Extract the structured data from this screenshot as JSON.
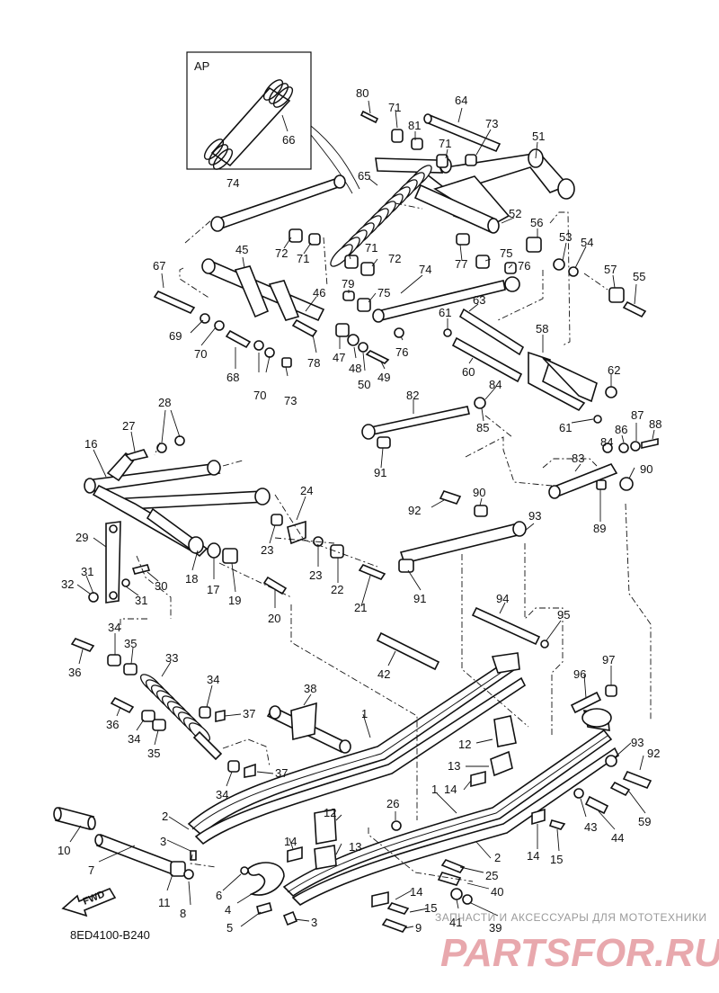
{
  "diagram": {
    "code": "8ED4100-B240",
    "inset_label": "AP",
    "fwd_label": "FWD",
    "watermark_top": "ЗАПЧАСТИ И АКСЕССУАРЫ ДЛЯ МОТОТЕХНИКИ",
    "watermark_brand": "PARTSFOR.RU",
    "callouts": [
      {
        "id": "c66",
        "text": "66"
      },
      {
        "id": "c80",
        "text": "80"
      },
      {
        "id": "c71a",
        "text": "71"
      },
      {
        "id": "c81",
        "text": "81"
      },
      {
        "id": "c64",
        "text": "64"
      },
      {
        "id": "c73a",
        "text": "73"
      },
      {
        "id": "c71b",
        "text": "71"
      },
      {
        "id": "c51",
        "text": "51"
      },
      {
        "id": "c65",
        "text": "65"
      },
      {
        "id": "c74a",
        "text": "74"
      },
      {
        "id": "c52",
        "text": "52"
      },
      {
        "id": "c56",
        "text": "56"
      },
      {
        "id": "c53",
        "text": "53"
      },
      {
        "id": "c54",
        "text": "54"
      },
      {
        "id": "c72a",
        "text": "72"
      },
      {
        "id": "c71c",
        "text": "71"
      },
      {
        "id": "c71d",
        "text": "71"
      },
      {
        "id": "c72b",
        "text": "72"
      },
      {
        "id": "c77",
        "text": "77"
      },
      {
        "id": "c75a",
        "text": "75"
      },
      {
        "id": "c76a",
        "text": "76"
      },
      {
        "id": "c45",
        "text": "45"
      },
      {
        "id": "c67",
        "text": "67"
      },
      {
        "id": "c74b",
        "text": "74"
      },
      {
        "id": "c57",
        "text": "57"
      },
      {
        "id": "c55",
        "text": "55"
      },
      {
        "id": "c79",
        "text": "79"
      },
      {
        "id": "c75b",
        "text": "75"
      },
      {
        "id": "c46",
        "text": "46"
      },
      {
        "id": "c63",
        "text": "63"
      },
      {
        "id": "c61a",
        "text": "61"
      },
      {
        "id": "c69",
        "text": "69"
      },
      {
        "id": "c70a",
        "text": "70"
      },
      {
        "id": "c78",
        "text": "78"
      },
      {
        "id": "c47",
        "text": "47"
      },
      {
        "id": "c48",
        "text": "48"
      },
      {
        "id": "c76b",
        "text": "76"
      },
      {
        "id": "c58",
        "text": "58"
      },
      {
        "id": "c68",
        "text": "68"
      },
      {
        "id": "c70b",
        "text": "70"
      },
      {
        "id": "c73b",
        "text": "73"
      },
      {
        "id": "c50",
        "text": "50"
      },
      {
        "id": "c49",
        "text": "49"
      },
      {
        "id": "c60",
        "text": "60"
      },
      {
        "id": "c62",
        "text": "62"
      },
      {
        "id": "c84a",
        "text": "84"
      },
      {
        "id": "c82",
        "text": "82"
      },
      {
        "id": "c85",
        "text": "85"
      },
      {
        "id": "c61b",
        "text": "61"
      },
      {
        "id": "c28",
        "text": "28"
      },
      {
        "id": "c87",
        "text": "87"
      },
      {
        "id": "c88",
        "text": "88"
      },
      {
        "id": "c27",
        "text": "27"
      },
      {
        "id": "c84b",
        "text": "84"
      },
      {
        "id": "c86",
        "text": "86"
      },
      {
        "id": "c91a",
        "text": "91"
      },
      {
        "id": "c16",
        "text": "16"
      },
      {
        "id": "c83",
        "text": "83"
      },
      {
        "id": "c90a",
        "text": "90"
      },
      {
        "id": "c24",
        "text": "24"
      },
      {
        "id": "c90b",
        "text": "90"
      },
      {
        "id": "c92a",
        "text": "92"
      },
      {
        "id": "c89",
        "text": "89"
      },
      {
        "id": "c93a",
        "text": "93"
      },
      {
        "id": "c29",
        "text": "29"
      },
      {
        "id": "c23a",
        "text": "23"
      },
      {
        "id": "c23b",
        "text": "23"
      },
      {
        "id": "c22",
        "text": "22"
      },
      {
        "id": "c18",
        "text": "18"
      },
      {
        "id": "c17",
        "text": "17"
      },
      {
        "id": "c19",
        "text": "19"
      },
      {
        "id": "c91b",
        "text": "91"
      },
      {
        "id": "c31a",
        "text": "31"
      },
      {
        "id": "c30",
        "text": "30"
      },
      {
        "id": "c32",
        "text": "32"
      },
      {
        "id": "c31b",
        "text": "31"
      },
      {
        "id": "c21",
        "text": "21"
      },
      {
        "id": "c20",
        "text": "20"
      },
      {
        "id": "c94",
        "text": "94"
      },
      {
        "id": "c95",
        "text": "95"
      },
      {
        "id": "c34a",
        "text": "34"
      },
      {
        "id": "c35a",
        "text": "35"
      },
      {
        "id": "c36a",
        "text": "36"
      },
      {
        "id": "c33",
        "text": "33"
      },
      {
        "id": "c42",
        "text": "42"
      },
      {
        "id": "c97",
        "text": "97"
      },
      {
        "id": "c96",
        "text": "96"
      },
      {
        "id": "c34b",
        "text": "34"
      },
      {
        "id": "c38",
        "text": "38"
      },
      {
        "id": "c37a",
        "text": "37"
      },
      {
        "id": "c36b",
        "text": "36"
      },
      {
        "id": "c1a",
        "text": "1"
      },
      {
        "id": "c34c",
        "text": "34"
      },
      {
        "id": "c35b",
        "text": "35"
      },
      {
        "id": "c12a",
        "text": "12"
      },
      {
        "id": "c93b",
        "text": "93"
      },
      {
        "id": "c92b",
        "text": "92"
      },
      {
        "id": "c13a",
        "text": "13"
      },
      {
        "id": "c37b",
        "text": "37"
      },
      {
        "id": "c34d",
        "text": "34"
      },
      {
        "id": "c14a",
        "text": "14"
      },
      {
        "id": "c1b",
        "text": "1"
      },
      {
        "id": "c26",
        "text": "26"
      },
      {
        "id": "c59",
        "text": "59"
      },
      {
        "id": "c2a",
        "text": "2"
      },
      {
        "id": "c12b",
        "text": "12"
      },
      {
        "id": "c43",
        "text": "43"
      },
      {
        "id": "c44",
        "text": "44"
      },
      {
        "id": "c10",
        "text": "10"
      },
      {
        "id": "c3a",
        "text": "3"
      },
      {
        "id": "c14b",
        "text": "14"
      },
      {
        "id": "c13b",
        "text": "13"
      },
      {
        "id": "c2b",
        "text": "2"
      },
      {
        "id": "c14c",
        "text": "14"
      },
      {
        "id": "c15a",
        "text": "15"
      },
      {
        "id": "c7",
        "text": "7"
      },
      {
        "id": "c25",
        "text": "25"
      },
      {
        "id": "c6",
        "text": "6"
      },
      {
        "id": "c11",
        "text": "11"
      },
      {
        "id": "c4",
        "text": "4"
      },
      {
        "id": "c8",
        "text": "8"
      },
      {
        "id": "c40",
        "text": "40"
      },
      {
        "id": "c14d",
        "text": "14"
      },
      {
        "id": "c15b",
        "text": "15"
      },
      {
        "id": "c5",
        "text": "5"
      },
      {
        "id": "c3b",
        "text": "3"
      },
      {
        "id": "c41",
        "text": "41"
      },
      {
        "id": "c9",
        "text": "9"
      },
      {
        "id": "c39",
        "text": "39"
      }
    ]
  }
}
